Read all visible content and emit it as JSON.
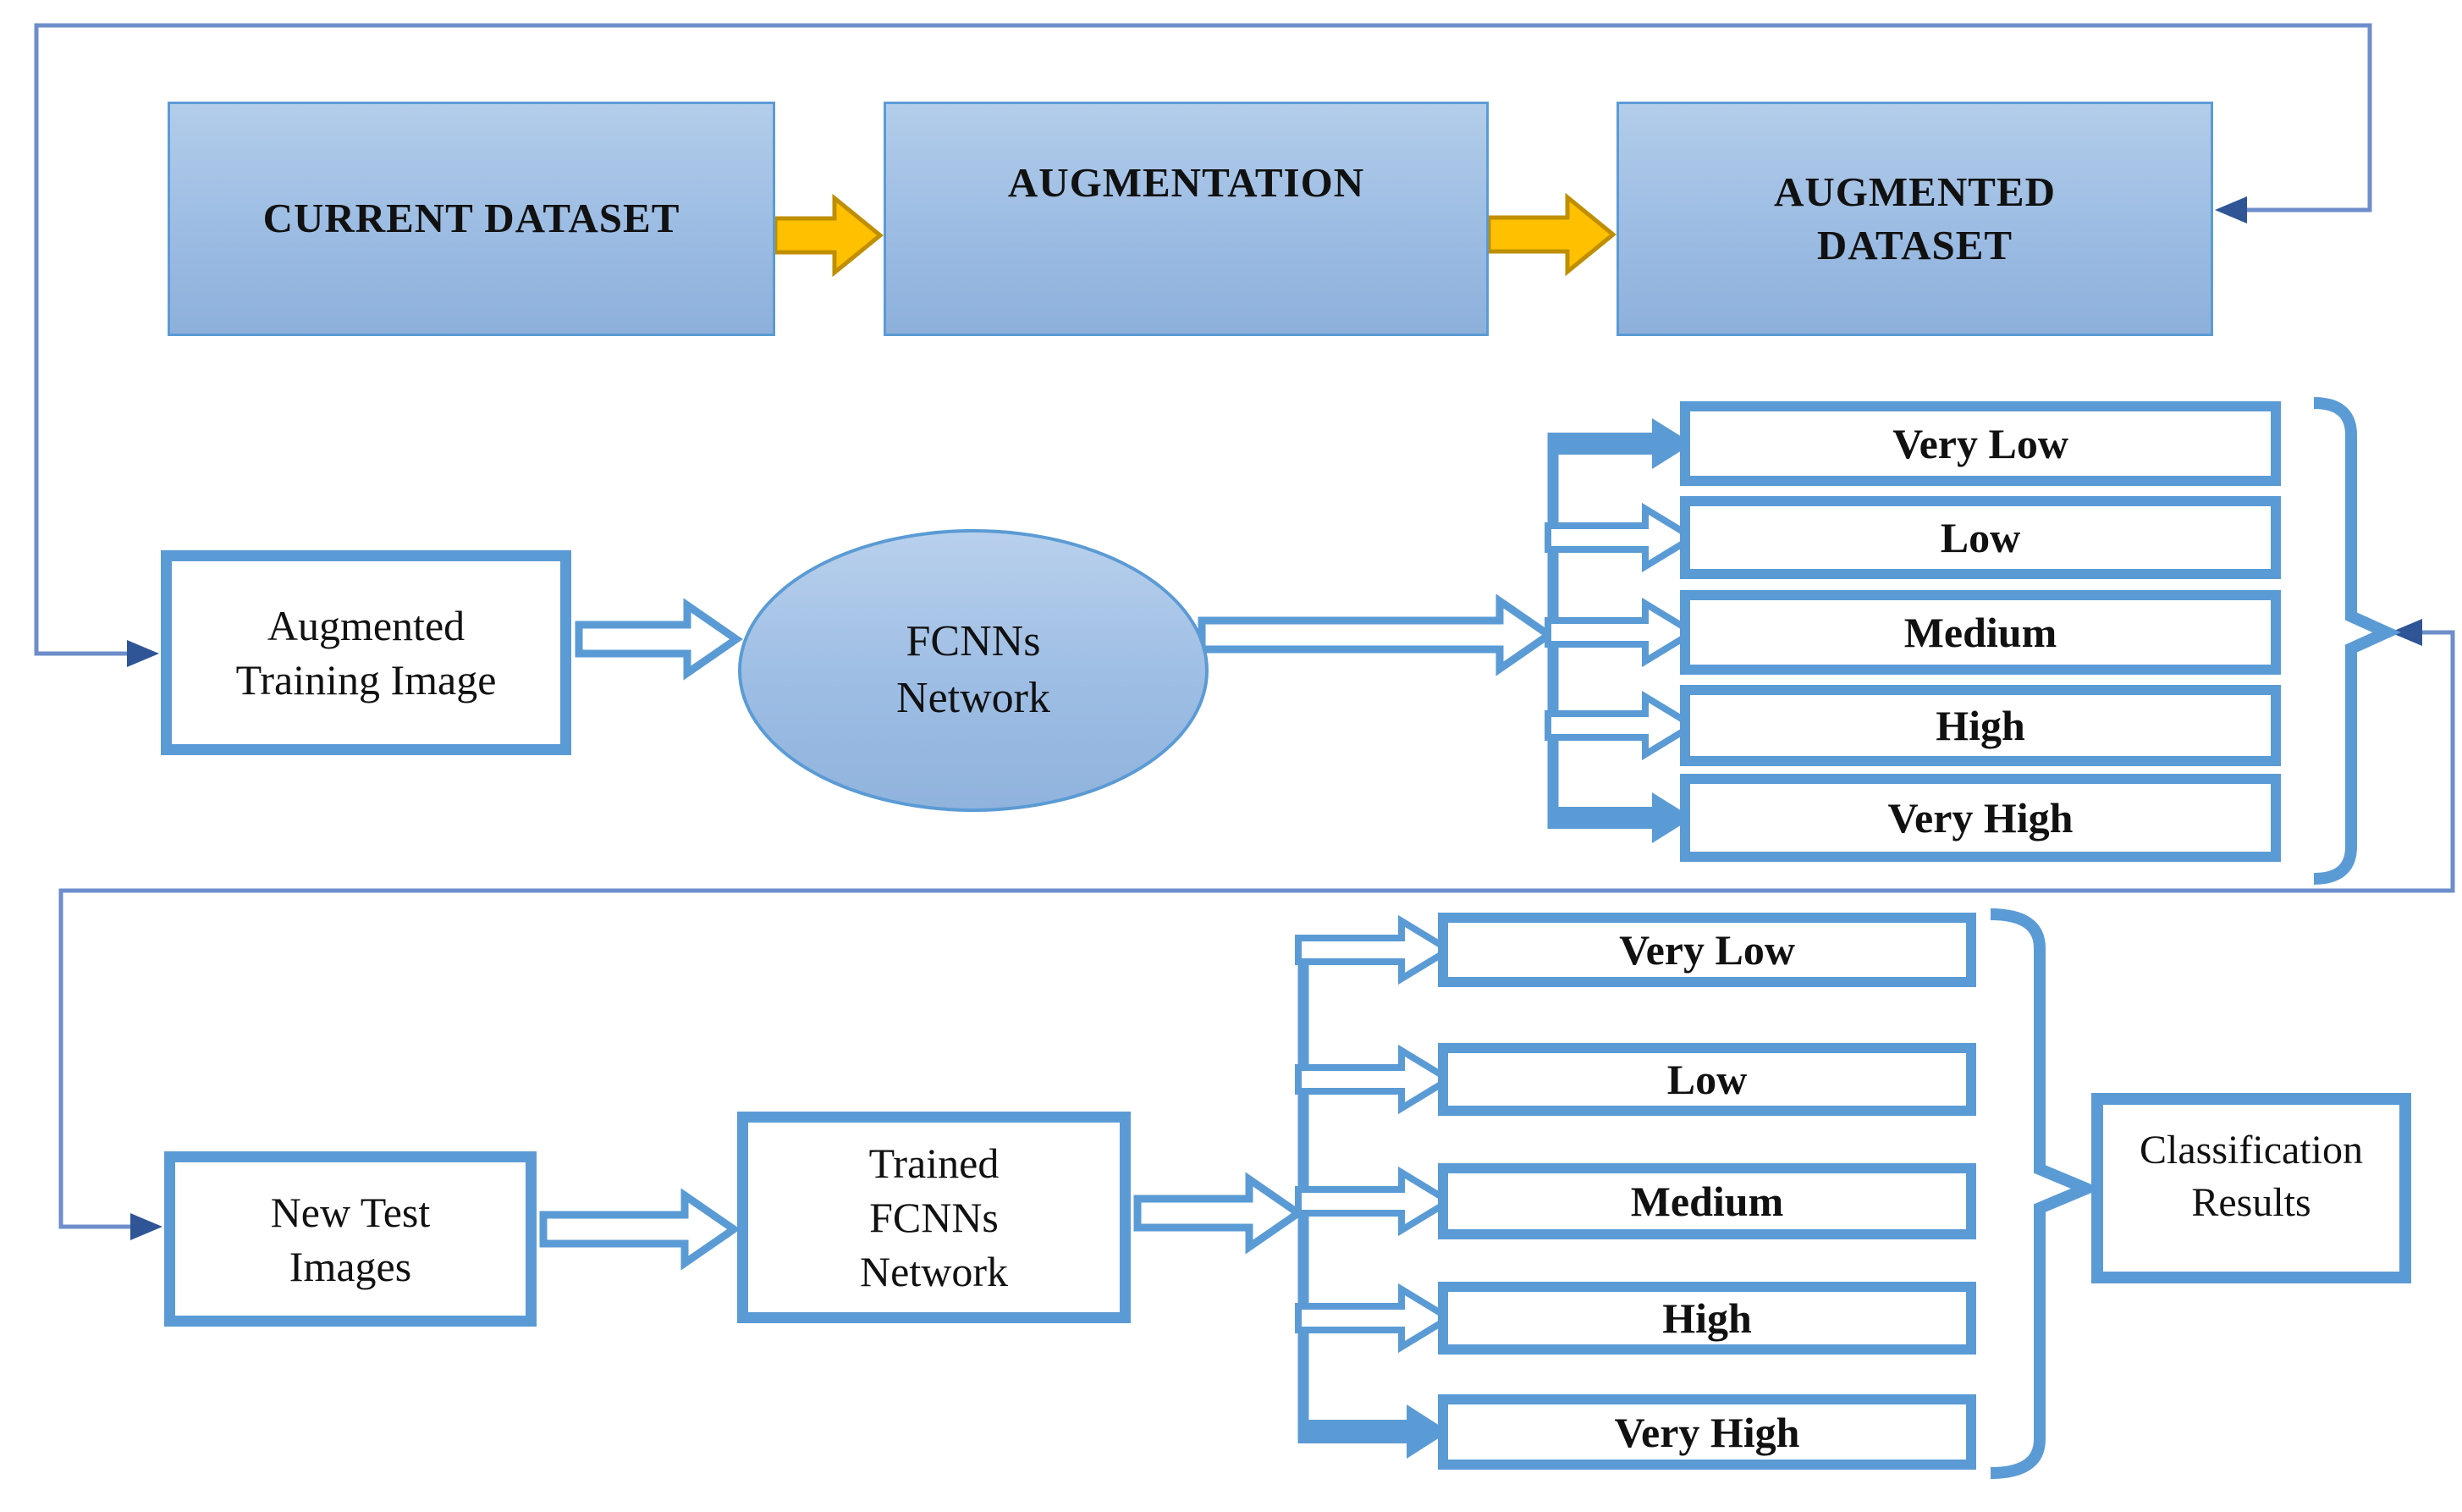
{
  "diagram": {
    "top_row": {
      "boxes": [
        {
          "label": "CURRENT DATASET"
        },
        {
          "label": "AUGMENTATION"
        },
        {
          "label": "AUGMENTED\nDATASET"
        }
      ]
    },
    "training_flow": {
      "input_label": "Augmented\nTraining Image",
      "network_label": "FCNNs\nNetwork",
      "classes": [
        "Very Low",
        "Low",
        "Medium",
        "High",
        "Very High"
      ]
    },
    "testing_flow": {
      "input_label": "New Test\nImages",
      "network_label": "Trained\nFCNNs\nNetwork",
      "classes": [
        "Very Low",
        "Low",
        "Medium",
        "High",
        "Very High"
      ],
      "results_label": "Classification\nResults"
    },
    "colors": {
      "accent_blue": "#5B9BD5",
      "box_fill_top": "#B3CDEA",
      "box_fill_bottom": "#8DB0DB",
      "gold_arrow_fill": "#FFC000",
      "gold_arrow_border": "#BF8F00",
      "connector_line": "#6E8ECB",
      "connector_arrowhead": "#2F5597",
      "text": "#111111"
    }
  }
}
